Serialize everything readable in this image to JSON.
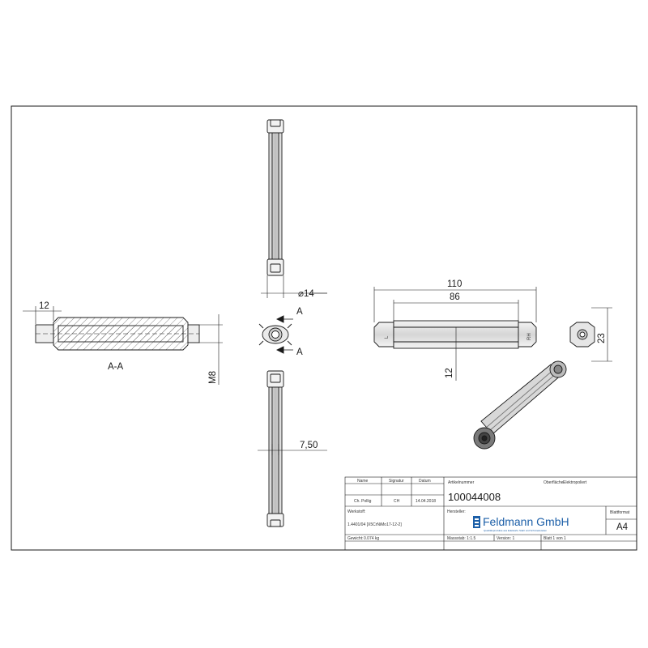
{
  "dimensions": {
    "section_width": "12",
    "section_label": "A-A",
    "thread": "M8",
    "diameter": "14",
    "section_a_top": "A",
    "section_a_bottom": "A",
    "hole_offset": "7,50",
    "total_length": "110",
    "inner_length": "86",
    "body_height": "12",
    "wing_width": "23",
    "left_mark": "L",
    "right_mark": "RH"
  },
  "title_block": {
    "col_name": "Name",
    "col_signature": "Signatur",
    "col_date": "Datum",
    "name_value": "Ch. Pollig",
    "signature_value": "CH",
    "date_value": "14.04.2018",
    "article_label": "Artikelnummer",
    "article_number": "100044008",
    "surface_label": "Oberfläche:",
    "surface_value": "Elektropoliert",
    "material_label": "Werkstoff:",
    "material_value": "1.4401/04 [X5CrNiMo17-12-2]",
    "manufacturer_label": "Hersteller:",
    "company_name": "Feldmann GmbH",
    "company_tagline": "Qualitätsprodukte aus Edelstahl, Stahl und Schmiedeteilen",
    "sheet_format_label": "Blattformat",
    "sheet_format_value": "A4",
    "weight_label": "Gewicht:",
    "weight_value": "0.074 kg",
    "scale_label": "Massstab: 1:1.5",
    "version_label": "Version: 1",
    "page_label": "Blatt 1 von 1"
  },
  "colors": {
    "line": "#1a1a1a",
    "shading": "#cfcfcf",
    "logo_blue": "#1c5fa8"
  }
}
